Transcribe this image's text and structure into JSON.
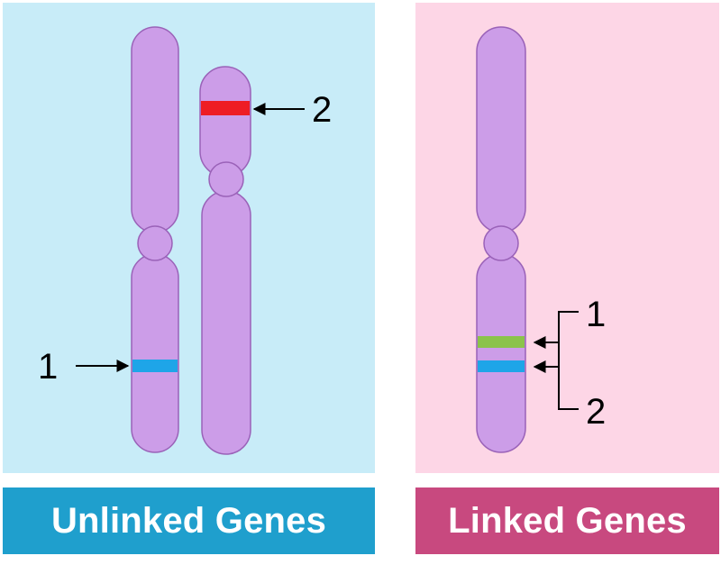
{
  "colors": {
    "unlinked_panel": "#c8ecf8",
    "linked_panel": "#fdd6e6",
    "unlinked_banner": "#1f9fcd",
    "linked_banner": "#c8497f",
    "chromosome_fill": "#cc9de8",
    "chromosome_stroke": "#9a62b8",
    "gene_blue": "#1ea5e8",
    "gene_red": "#ee1d24",
    "gene_green": "#8bc34a"
  },
  "unlinked": {
    "title": "Unlinked Genes",
    "gene_1_label": "1",
    "gene_2_label": "2"
  },
  "linked": {
    "title": "Linked Genes",
    "gene_1_label": "1",
    "gene_2_label": "2"
  }
}
